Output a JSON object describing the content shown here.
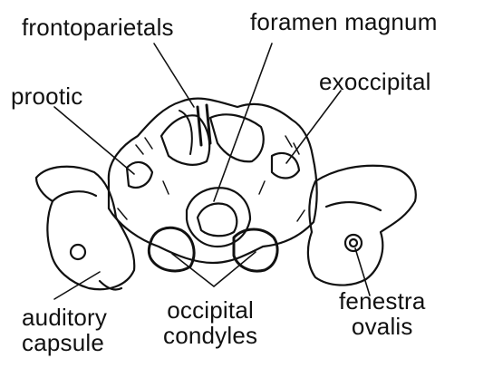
{
  "labels": {
    "frontoparietals": "frontoparietals",
    "foramen_magnum": "foramen magnum",
    "prootic": "prootic",
    "exoccipital": "exoccipital",
    "auditory_capsule": [
      "auditory",
      "capsule"
    ],
    "occipital_condyles": [
      "occipital",
      "condyles"
    ],
    "fenestra_ovalis": [
      "fenestra",
      "ovalis"
    ]
  }
}
